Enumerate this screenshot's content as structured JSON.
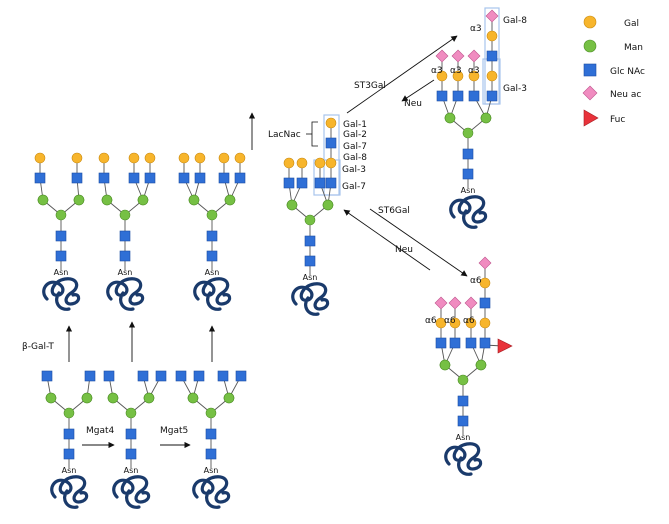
{
  "legend": [
    {
      "label": "Gal",
      "shape": "circle",
      "color": "#f7b52c"
    },
    {
      "label": "Man",
      "shape": "circle",
      "color": "#76c044"
    },
    {
      "label": "Glc NAc",
      "shape": "square",
      "color": "#2f6fd6"
    },
    {
      "label": "Neu ac",
      "shape": "diamond",
      "color": "#f08cc0"
    },
    {
      "label": "Fuc",
      "shape": "triangle",
      "color": "#e8323a"
    }
  ],
  "colors": {
    "protein": "#1a3a6b",
    "line": "#555555",
    "highlight": "#a8c4ec"
  },
  "asn_label": "Asn",
  "enzymes": {
    "mgat4": "Mgat4",
    "mgat5": "Mgat5",
    "b_gal_t": "β-Gal-T",
    "st3gal": "ST3Gal",
    "neu_top": "Neu",
    "st6gal": "ST6Gal",
    "neu_bottom": "Neu"
  },
  "lacnac": {
    "title": "LacNac",
    "labels": [
      "Gal-1",
      "Gal-2",
      "Gal-7",
      "Gal-8"
    ]
  },
  "center_labels": [
    "Gal-3",
    "Gal-7"
  ],
  "a3": {
    "linkage": "α3",
    "labels": [
      "Gal-8",
      "Gal-3"
    ]
  },
  "a6": {
    "linkage": "α6"
  }
}
